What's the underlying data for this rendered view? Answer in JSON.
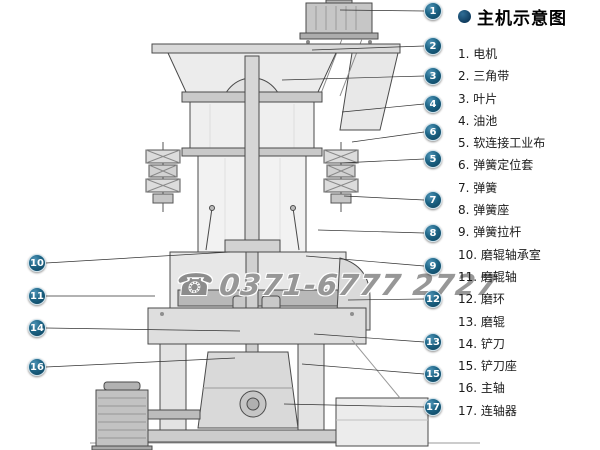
{
  "legend": {
    "title": "主机示意图",
    "items": [
      "1. 电机",
      "2. 三角带",
      "3. 叶片",
      "4. 油池",
      "5. 软连接工业布",
      "6. 弹簧定位套",
      "7. 弹簧",
      "8. 弹簧座",
      "9. 弹簧拉杆",
      "10. 磨辊轴承室",
      "11. 磨辊轴",
      "12. 磨环",
      "13. 磨辊",
      "14. 铲刀",
      "15. 铲刀座",
      "16. 主轴",
      "17. 连轴器"
    ]
  },
  "callouts": {
    "numbers": [
      "1",
      "2",
      "3",
      "4",
      "6",
      "5",
      "7",
      "8",
      "9",
      "12",
      "13",
      "15",
      "17",
      "10",
      "11",
      "14",
      "16"
    ]
  },
  "watermark": {
    "icon": "☎",
    "phone": "0371-6777 2727"
  },
  "colors": {
    "callout": "#10546f",
    "bullet": "#0e3a5c",
    "line_art": "#4a4a4a"
  }
}
